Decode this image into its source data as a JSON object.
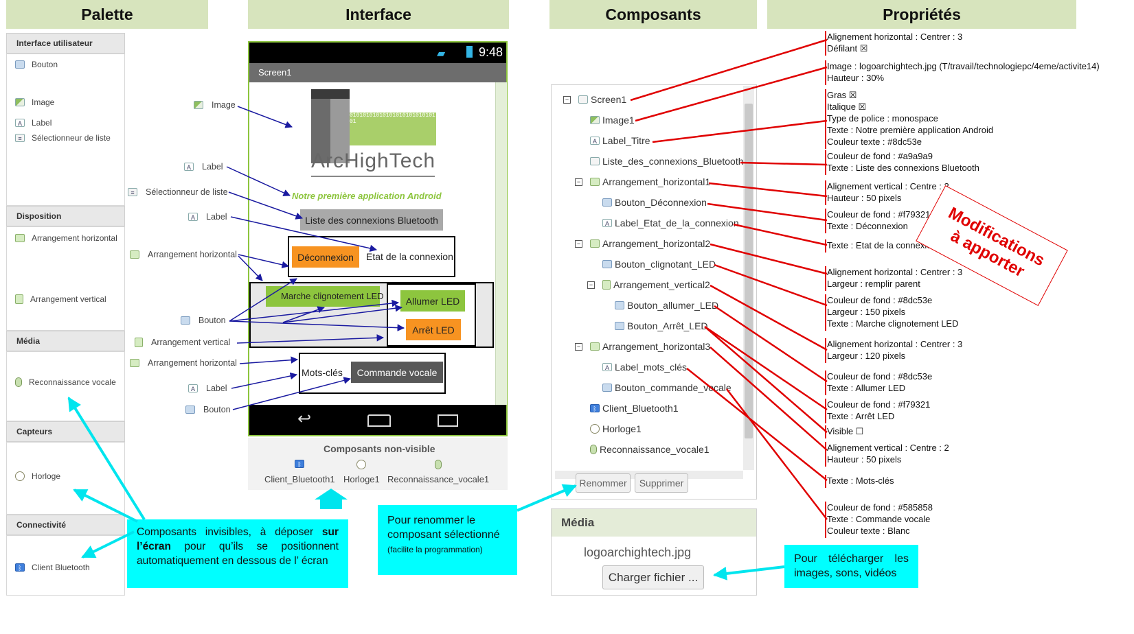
{
  "headers": {
    "palette": "Palette",
    "interface": "Interface",
    "composants": "Composants",
    "proprietes": "Propriétés"
  },
  "palette": {
    "sections": [
      {
        "title": "Interface utilisateur",
        "items": [
          "Bouton",
          "Image",
          "Label",
          "Sélectionneur de liste"
        ]
      },
      {
        "title": "Disposition",
        "items": [
          "Arrangement horizontal",
          "Arrangement vertical"
        ]
      },
      {
        "title": "Média",
        "items": [
          "Reconnaissance vocale"
        ]
      },
      {
        "title": "Capteurs",
        "items": [
          "Horloge"
        ]
      },
      {
        "title": "Connectivité",
        "items": [
          "Client Bluetooth"
        ]
      }
    ]
  },
  "phone": {
    "time": "9:48",
    "screen_title": "Screen1",
    "logo_text": "ArcHighTech",
    "binary_text": "0101010101010101010101010101",
    "app_title": "Notre première application Android",
    "list_button": "Liste des connexions Bluetooth",
    "disconnect": "Déconnexion",
    "etat": "Etat de la connexion",
    "blink": "Marche clignotement LED",
    "allumer": "Allumer LED",
    "arret": "Arrêt LED",
    "mots": "Mots-clés",
    "voice": "Commande vocale"
  },
  "left_labels": [
    "Image",
    "Label",
    "Sélectionneur de liste",
    "Label",
    "Arrangement horizontal",
    "Bouton",
    "Arrangement vertical",
    "Arrangement horizontal",
    "Label",
    "Bouton"
  ],
  "nonvisible": {
    "title": "Composants non-visible",
    "items": [
      "Client_Bluetooth1",
      "Horloge1",
      "Reconnaissance_vocale1"
    ]
  },
  "tree": [
    "Screen1",
    "Image1",
    "Label_Titre",
    "Liste_des_connexions_Bluetooth",
    "Arrangement_horizontal1",
    "Bouton_Déconnexion",
    "Label_Etat_de_la_connexion",
    "Arrangement_horizontal2",
    "Bouton_clignotant_LED",
    "Arrangement_vertical2",
    "Bouton_allumer_LED",
    "Bouton_Arrêt_LED",
    "Arrangement_horizontal3",
    "Label_mots_clés",
    "Bouton_commande_vocale",
    "Client_Bluetooth1",
    "Horloge1",
    "Reconnaissance_vocale1"
  ],
  "tree_buttons": {
    "rename": "Renommer",
    "delete": "Supprimer"
  },
  "media": {
    "title": "Média",
    "file": "logoarchightech.jpg",
    "upload": "Charger fichier ..."
  },
  "props": [
    [
      "Alignement horizontal : Centrer : 3",
      "Défilant ☒"
    ],
    [
      "Image : logoarchightech.jpg (T/travail/technologiepc/4eme/activite14)",
      "Hauteur : 30%"
    ],
    [
      "Gras ☒",
      "Italique ☒",
      "Type de police : monospace",
      "Texte : Notre première application Android",
      "Couleur texte : #8dc53e"
    ],
    [
      "Couleur de fond : #a9a9a9",
      "Texte : Liste des connexions Bluetooth"
    ],
    [
      "Alignement vertical : Centre : 2",
      "Hauteur : 50 pixels"
    ],
    [
      "Couleur de fond : #f79321",
      "Texte : Déconnexion"
    ],
    [
      "Texte : Etat de la connexion"
    ],
    [
      "Alignement horizontal : Centrer : 3",
      "Largeur : remplir parent"
    ],
    [
      "Couleur de fond : #8dc53e",
      "Largeur : 150 pixels",
      "Texte : Marche clignotement LED"
    ],
    [
      "Alignement horizontal : Centrer : 3",
      "Largeur : 120 pixels"
    ],
    [
      "Couleur de fond : #8dc53e",
      "Texte : Allumer LED"
    ],
    [
      "Couleur de fond : #f79321",
      "Texte : Arrêt LED"
    ],
    [
      "Visible ☐"
    ],
    [
      "Alignement vertical : Centre : 2",
      "Hauteur : 50 pixels"
    ],
    [
      "Texte : Mots-clés"
    ],
    [
      "Couleur de fond : #585858",
      "Texte : Commande vocale",
      "Couleur texte : Blanc"
    ]
  ],
  "stamp": {
    "line1": "Modifications",
    "line2": "à apporter"
  },
  "notes": {
    "invisible_1": "Composants invisibles, à déposer ",
    "invisible_bold": "sur l’écran",
    "invisible_2": " pour qu’ils se positionnent automatiquement en dessous de l’ écran",
    "rename_1": "Pour renommer le composant sélectionné ",
    "rename_small": "(facilite la programmation)",
    "upload": "Pour télécharger les images, sons, vidéos"
  },
  "colors": {
    "green_header": "#d7e4bd",
    "orange": "#f79321",
    "green": "#8dc53e",
    "grey_btn": "#a9a9a9",
    "dark_btn": "#585858",
    "cyan": "#00ffff",
    "red": "#e00000",
    "blue_arrow": "#1a1aa0"
  }
}
